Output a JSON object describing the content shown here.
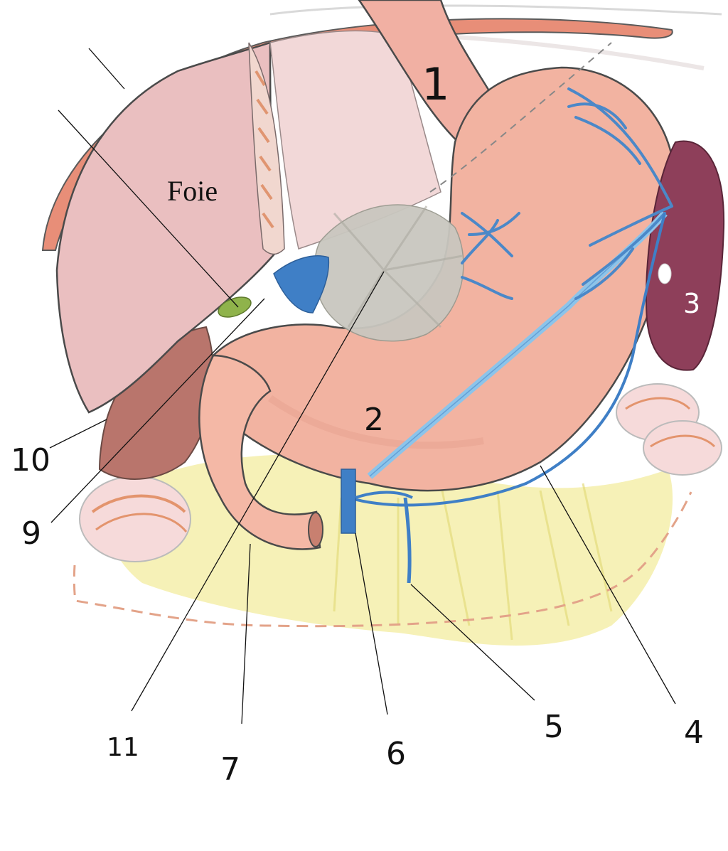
{
  "organ_title": "Foie",
  "labels": {
    "stomach_upper": "1",
    "stomach_body": "2",
    "spleen": "3",
    "leader_4": "4",
    "leader_5": "5",
    "leader_6": "6",
    "leader_7": "7",
    "leader_9": "9",
    "leader_10": "10",
    "leader_11": "11"
  },
  "colors": {
    "liver": "#eabfc0",
    "liver_edge": "#d99a92",
    "diaphragm": "#e88e78",
    "stomach": "#f2b3a1",
    "stomach_shadow": "#e39a88",
    "omentum_gray": "#c9c7bf",
    "vein_blue": "#4b88c8",
    "vein_light": "#8cc4ea",
    "spleen": "#8e3f5a",
    "fat_yellow": "#f2ec9a",
    "intestine_pink": "#f4b8a6",
    "outline": "#4a4a4a",
    "dashed": "#e3a389",
    "gallbladder": "#8fb34b",
    "duct_blue": "#5d8ed4",
    "kidney_red": "#b9756c"
  }
}
